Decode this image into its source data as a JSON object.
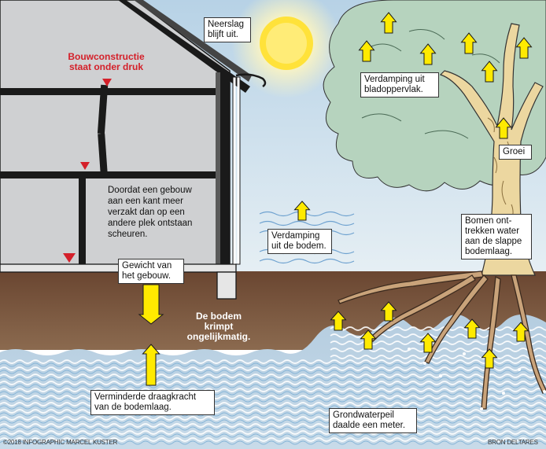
{
  "labels": {
    "construction": "Bouwconstructie\nstaat onder druk",
    "rain": "Neerslag\nblijft uit.",
    "leaf_evaporation": "Verdamping uit\nbladoppervlak.",
    "growth": "Groei",
    "cracks": "Doordat een gebouw\naan een kant meer\nverzakt dan op een\nandere plek ontstaan\nscheuren.",
    "soil_evaporation": "Verdamping\nuit de bodem.",
    "trees_extract": "Bomen ont-\ntrekken water\naan de slappe\nbodemlaag.",
    "building_weight": "Gewicht van\nhet gebouw.",
    "soil_shrinks": "De bodem\nkrimpt\nongelijkmatig.",
    "reduced_capacity": "Verminderde draagkracht\nvan de bodemlaag.",
    "groundwater": "Grondwaterpeil\ndaalde een meter."
  },
  "credits": {
    "left": "©2018 INFOGRAPHIC MARCEL KUSTER",
    "right": "BRON DELTARES"
  },
  "colors": {
    "sky_top": "#b9d3e6",
    "sky_bottom": "#e2edf3",
    "building_wall": "#cfd0d2",
    "beam": "#1a1a1a",
    "crack_marker": "#d4202a",
    "soil_dark": "#6e4a33",
    "soil_mid": "#8a6449",
    "water_layer": "#b9d0e2",
    "water_wave": "#ffffff",
    "arrow_yellow": "#ffea00",
    "sun": "#ffe23a",
    "tree_trunk": "#ecd7a0",
    "foliage": "#b6d3be"
  }
}
